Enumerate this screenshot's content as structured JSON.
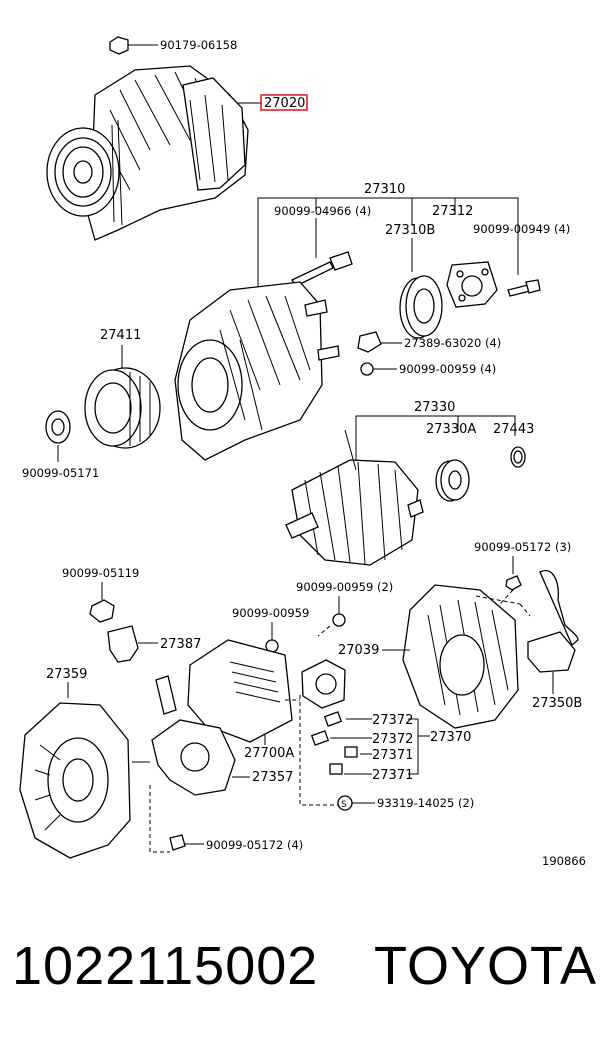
{
  "diagram": {
    "highlight_color": "#e0202a",
    "diagram_code": "190866",
    "labels": {
      "l90179": "90179-06158",
      "l27020": "27020",
      "l27310": "27310",
      "l90099_04966": "90099-04966 (4)",
      "l27312": "27312",
      "l27310B": "27310B",
      "l90099_00949": "90099-00949 (4)",
      "l27411": "27411",
      "l27389": "27389-63020 (4)",
      "l90099_00959a": "90099-00959 (4)",
      "l90099_05171": "90099-05171",
      "l27330": "27330",
      "l27330A": "27330A",
      "l27443": "27443",
      "l90099_05172a": "90099-05172 (3)",
      "l90099_05119": "90099-05119",
      "l90099_00959b": "90099-00959 (2)",
      "l90099_00959c": "90099-00959",
      "l27039": "27039",
      "l27387": "27387",
      "l27359": "27359",
      "l27350B": "27350B",
      "l27372a": "27372",
      "l27372b": "27372",
      "l27370": "27370",
      "l27371a": "27371",
      "l27371b": "27371",
      "l27700A": "27700A",
      "l27357": "27357",
      "l93319": "93319-14025 (2)",
      "l90099_05172b": "90099-05172 (4)",
      "sym_s": "S"
    }
  },
  "footer": {
    "part_number": "1022115002",
    "brand": "TOYOTA"
  }
}
